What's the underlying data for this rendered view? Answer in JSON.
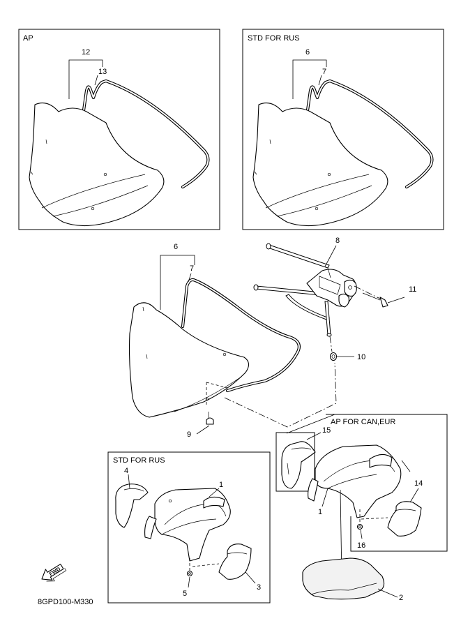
{
  "panels": {
    "top_left": "AP",
    "top_right": "STD FOR RUS",
    "bottom_left": "STD FOR RUS",
    "bottom_right": "AP FOR CAN,EUR"
  },
  "callouts": {
    "c12": "12",
    "c13": "13",
    "c6a": "6",
    "c7a": "7",
    "c6b": "6",
    "c7b": "7",
    "c8": "8",
    "c11": "11",
    "c10": "10",
    "c9": "9",
    "c15": "15",
    "c14": "14",
    "c16": "16",
    "c1a": "1",
    "c1b": "1",
    "c4": "4",
    "c5": "5",
    "c3": "3",
    "c2": "2"
  },
  "fwd_label": "FWD",
  "diagram_code": "8GPD100-M330",
  "icons": {
    "forward": "fwd-arrow-icon"
  }
}
